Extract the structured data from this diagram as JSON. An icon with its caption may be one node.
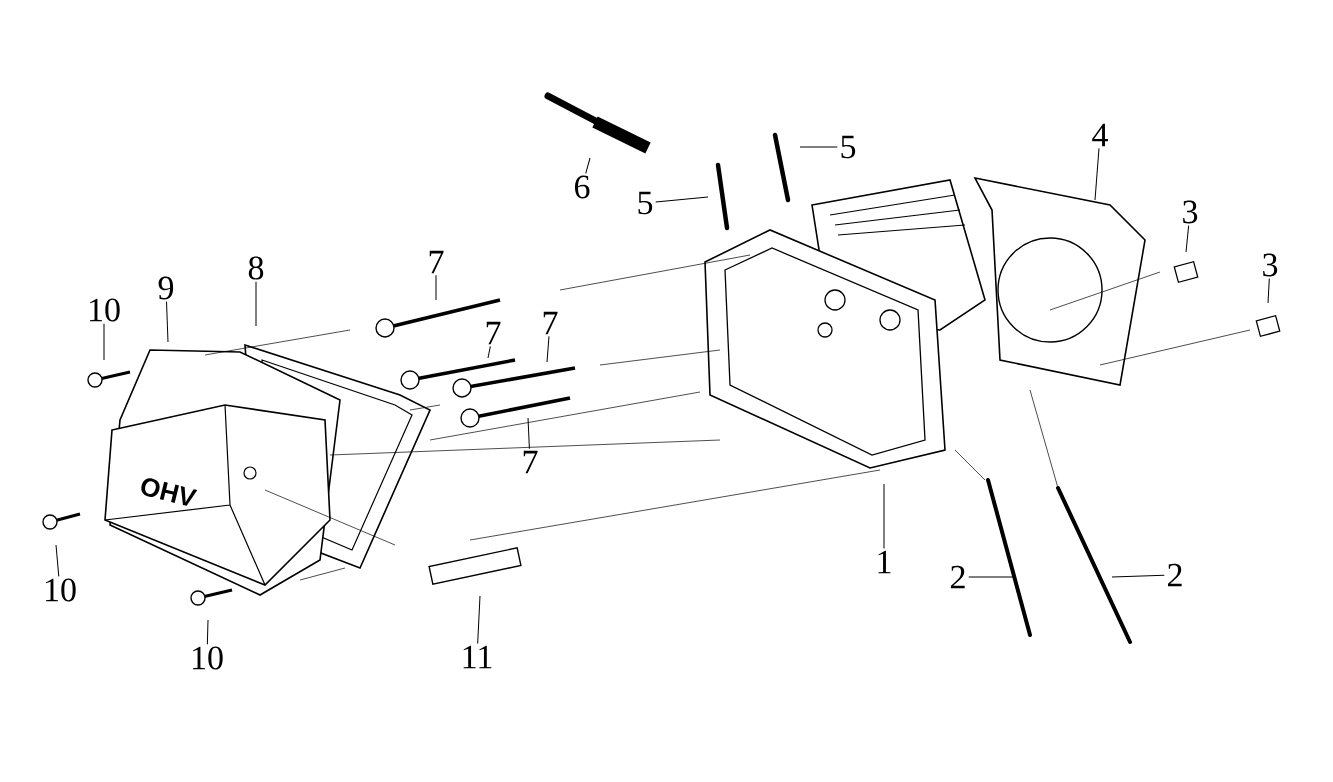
{
  "diagram": {
    "nodes": [
      {
        "text": [
          "6"
        ]
      },
      {
        "text": [
          "5"
        ]
      },
      {
        "text": [
          "5"
        ]
      },
      {
        "text": [
          "4"
        ]
      },
      {
        "text": [
          "3"
        ]
      },
      {
        "text": [
          "3"
        ]
      },
      {
        "text": [
          "10"
        ]
      },
      {
        "text": [
          "9"
        ]
      },
      {
        "text": [
          "8"
        ]
      },
      {
        "text": [
          "7"
        ]
      },
      {
        "text": [
          "7"
        ]
      },
      {
        "text": [
          "7"
        ]
      },
      {
        "text": [
          "7"
        ]
      },
      {
        "text": [
          "10"
        ]
      },
      {
        "text": [
          "10"
        ]
      },
      {
        "text": [
          "11"
        ]
      },
      {
        "text": [
          "1"
        ]
      },
      {
        "text": [
          "2"
        ]
      },
      {
        "text": [
          "2"
        ]
      }
    ],
    "edges": [
      {
        "from": 0,
        "to": null,
        "arrow": "none"
      },
      {
        "from": 1,
        "to": null,
        "arrow": "none"
      },
      {
        "from": 2,
        "to": null,
        "arrow": "none"
      },
      {
        "from": 3,
        "to": null,
        "arrow": "none"
      },
      {
        "from": 4,
        "to": null,
        "arrow": "none"
      },
      {
        "from": 5,
        "to": null,
        "arrow": "none"
      },
      {
        "from": 6,
        "to": null,
        "arrow": "none"
      },
      {
        "from": 7,
        "to": null,
        "arrow": "none"
      },
      {
        "from": 8,
        "to": null,
        "arrow": "none"
      },
      {
        "from": 9,
        "to": null,
        "arrow": "none"
      },
      {
        "from": 10,
        "to": null,
        "arrow": "none"
      },
      {
        "from": 11,
        "to": null,
        "arrow": "none"
      },
      {
        "from": 12,
        "to": null,
        "arrow": "none"
      },
      {
        "from": 13,
        "to": null,
        "arrow": "none"
      },
      {
        "from": 14,
        "to": null,
        "arrow": "none"
      },
      {
        "from": 15,
        "to": null,
        "arrow": "none"
      },
      {
        "from": 16,
        "to": null,
        "arrow": "none"
      },
      {
        "from": 17,
        "to": null,
        "arrow": "none"
      },
      {
        "from": 18,
        "to": null,
        "arrow": "none"
      }
    ],
    "labels": [
      "OHV"
    ]
  }
}
